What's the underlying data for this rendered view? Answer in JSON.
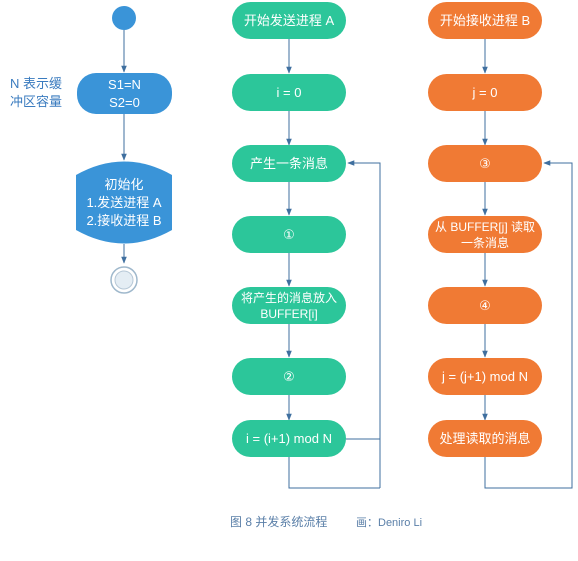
{
  "diagram": {
    "init": {
      "capacity_note": "N 表示缓\n冲区容量",
      "set_vars": "S1=N\nS2=0",
      "init_block": "初始化\n1.发送进程 A\n2.接收进程 B"
    },
    "sender": {
      "start": "开始发送进程 A",
      "i_init": "i = 0",
      "produce": "产生一条消息",
      "step1": "①",
      "put": "将产生的消息放入\nBUFFER[i]",
      "step2": "②",
      "i_next": "i = (i+1) mod N"
    },
    "receiver": {
      "start": "开始接收进程 B",
      "j_init": "j = 0",
      "step3": "③",
      "read": "从 BUFFER[j] 读取\n一条消息",
      "step4": "④",
      "j_next": "j = (j+1) mod N",
      "process": "处理读取的消息"
    },
    "caption": "图 8 并发系统流程",
    "credit": "画：Deniro Li"
  },
  "colors": {
    "start_blue": "#3a94d8",
    "sender_green": "#2cc69a",
    "receiver_orange": "#f07a34",
    "line": "#3f6f9f"
  }
}
